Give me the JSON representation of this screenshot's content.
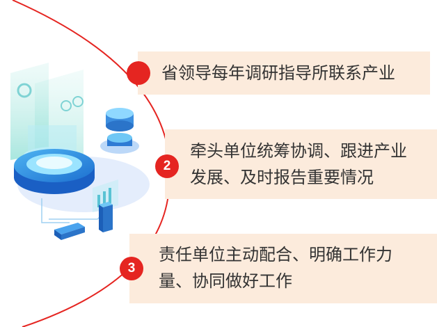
{
  "accent_color": "#e52521",
  "box_color": "#fcebdc",
  "items": [
    {
      "number": "",
      "lines": [
        "省领导每年调研指导所联系产业"
      ]
    },
    {
      "number": "2",
      "lines": [
        "牵头单位统筹协调、跟进产业",
        "发展、及时报告重要情况"
      ]
    },
    {
      "number": "3",
      "lines": [
        "责任单位主动配合、明确工作力",
        "量、协同做好工作"
      ]
    }
  ],
  "illustration": "isometric-server-data-illustration"
}
